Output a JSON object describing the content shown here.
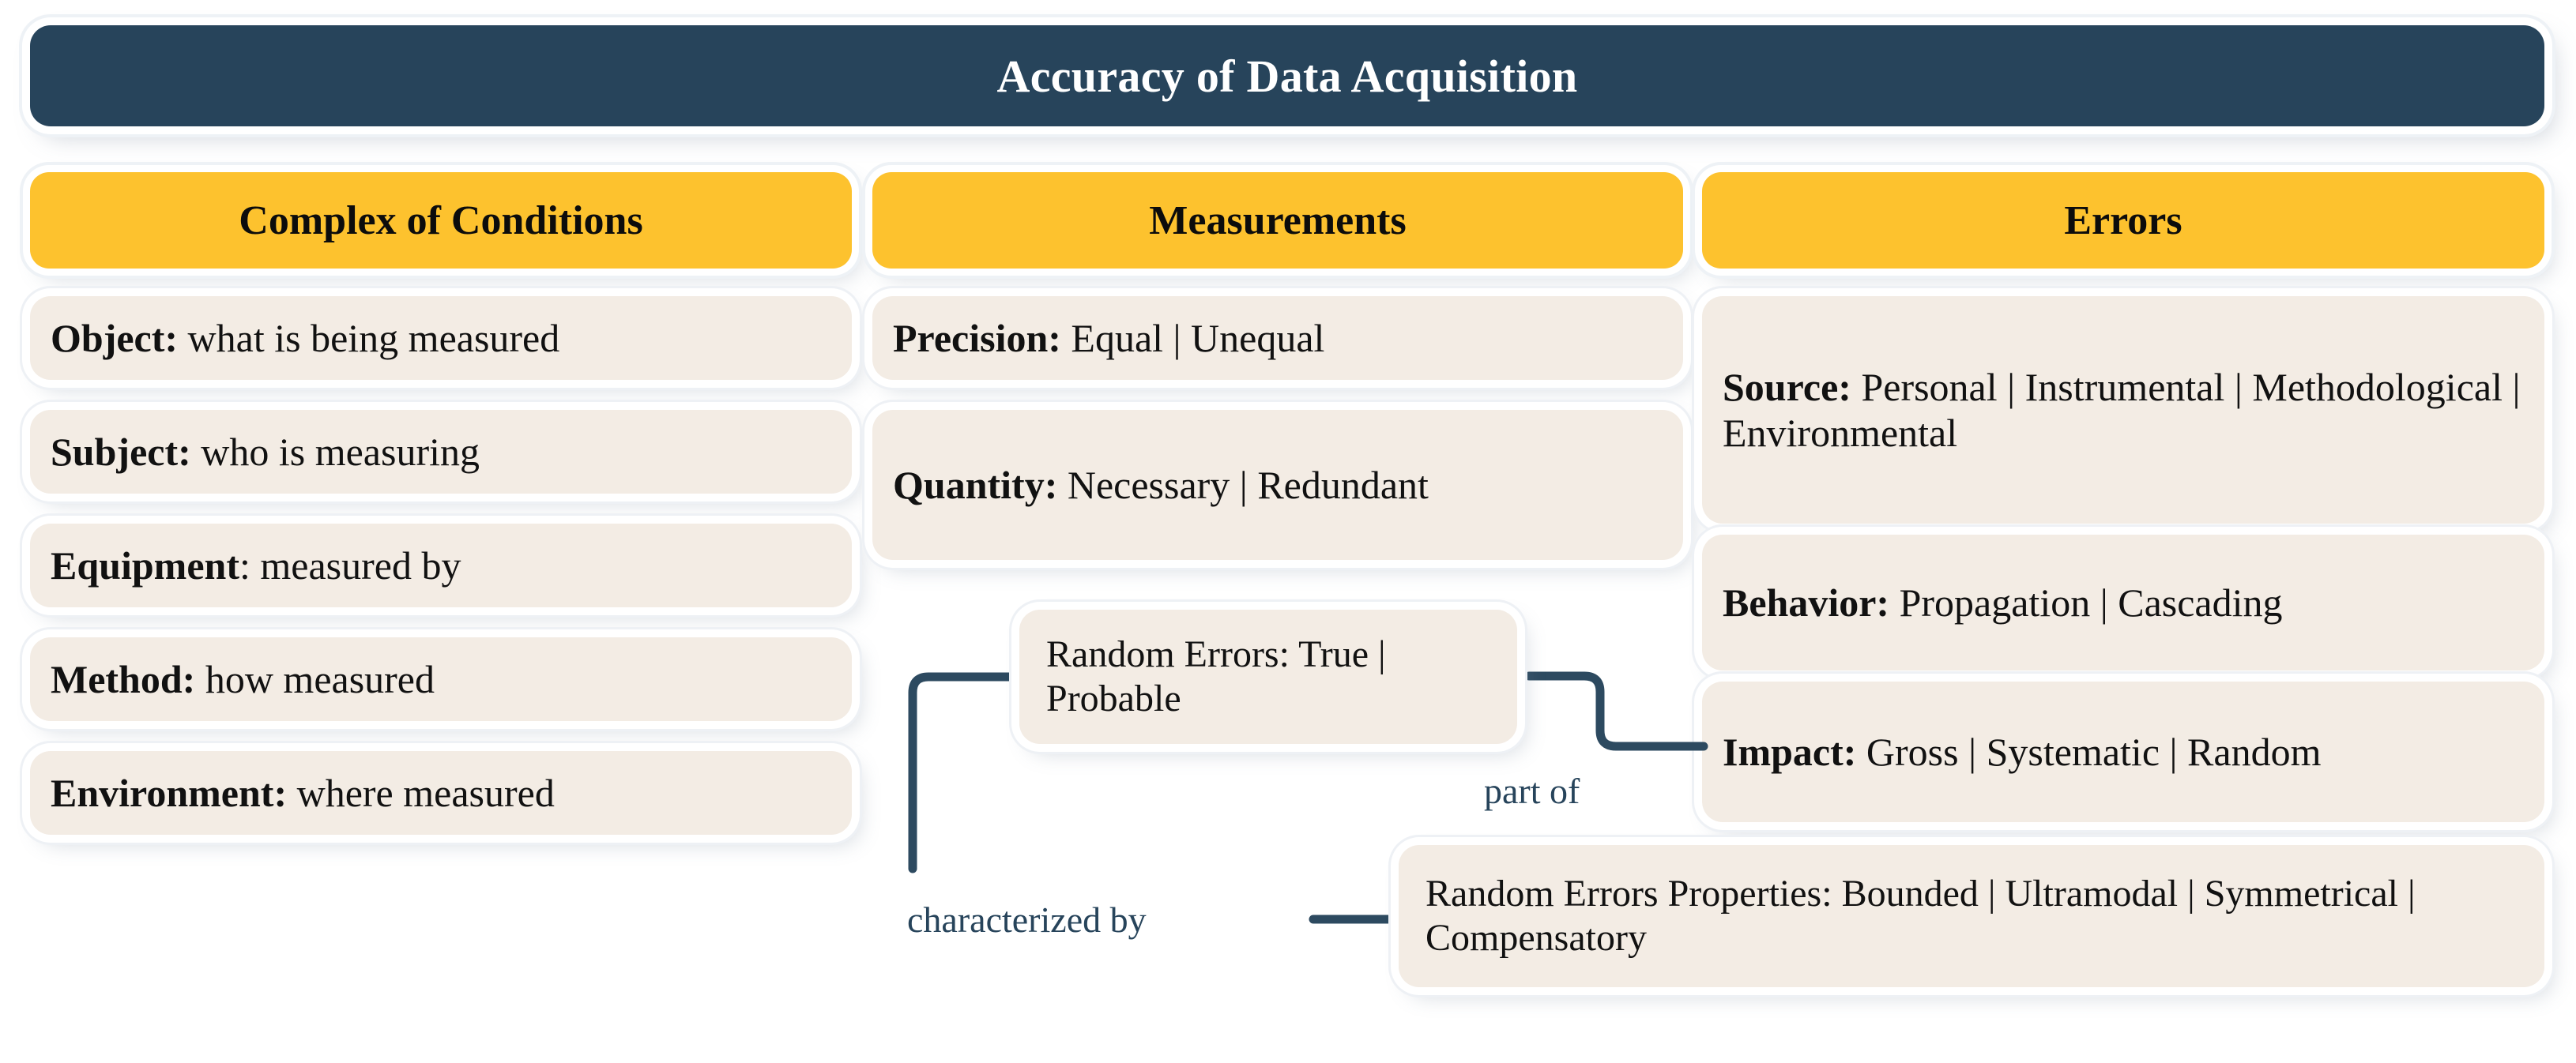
{
  "header": {
    "title": "Accuracy of Data Acquisition",
    "bg_color": "#27445B",
    "text_color": "#FFFFFF"
  },
  "theme": {
    "column_header_color": "#FDC22E",
    "card_color": "#F3ECE4",
    "connector_color": "#27445B",
    "page_background": "#FFFFFF"
  },
  "columns": [
    {
      "header": "Complex of Conditions",
      "items": [
        {
          "label": "Object:",
          "value": "what is being measured"
        },
        {
          "label": "Subject:",
          "value": "who is measuring"
        },
        {
          "label": "Equipment",
          "value": ": measured by"
        },
        {
          "label": "Method:",
          "value": "how measured"
        },
        {
          "label": "Environment:",
          "value": "where measured"
        }
      ]
    },
    {
      "header": "Measurements",
      "items": [
        {
          "label": "Precision:",
          "value": "Equal | Unequal"
        },
        {
          "label": "Quantity:",
          "value": "Necessary | Redundant"
        }
      ]
    },
    {
      "header": "Errors",
      "items": [
        {
          "label": "Source:",
          "value": "Personal | Instrumental | Methodological | Environmental"
        },
        {
          "label": "Behavior:",
          "value": "Propagation | Cascading"
        },
        {
          "label": "Impact:",
          "value": "Gross | Systematic | Random"
        }
      ]
    }
  ],
  "floating_nodes": [
    {
      "name": "random-errors",
      "text": "Random Errors: True | Probable"
    },
    {
      "name": "random-errors-properties",
      "text": "Random Errors Properties: Bounded | Ultramodal | Symmetrical | Compensatory"
    }
  ],
  "edge_labels": [
    {
      "name": "part-of",
      "text": "part of"
    },
    {
      "name": "characterized-by",
      "text": "characterized by"
    }
  ]
}
